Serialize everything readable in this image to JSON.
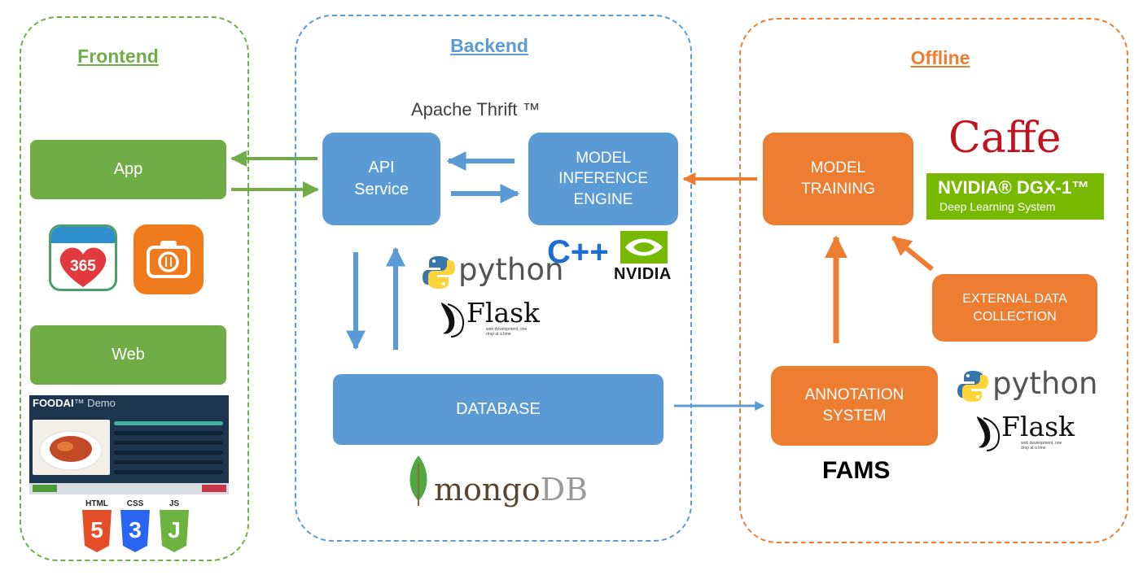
{
  "colors": {
    "frontend": "#70ad47",
    "backend": "#5b9bd5",
    "offline": "#ed7d31",
    "text_dark": "#404040"
  },
  "panels": {
    "frontend": {
      "title": "Frontend"
    },
    "backend": {
      "title": "Backend",
      "subtitle": "Apache Thrift ™"
    },
    "offline": {
      "title": "Offline"
    }
  },
  "boxes": {
    "app": "App",
    "web": "Web",
    "api_service": "API\nService",
    "model_inference": "MODEL\nINFERENCE\nENGINE",
    "database": "DATABASE",
    "model_training": "MODEL\nTRAINING",
    "external_data": "EXTERNAL DATA\nCOLLECTION",
    "annotation": "ANNOTATION\nSYSTEM"
  },
  "logos": {
    "python": "python",
    "flask": "Flask",
    "flask_tagline": "web development, one drop at a time",
    "cpp": "C++",
    "nvidia": "NVIDIA",
    "mongodb_a": "mongo",
    "mongodb_b": "DB",
    "caffe": "Caffe",
    "dgx_line1": "NVIDIA® DGX-1™",
    "dgx_line2": "Deep Learning System",
    "app_365": "365",
    "html5": "HTML",
    "css3": "CSS",
    "js": "JS",
    "html5_num": "5",
    "css3_num": "3",
    "js_letter": "J",
    "fams": "FAMS",
    "foodai_demo_a": "FOODAI",
    "foodai_demo_b": "™ Demo"
  },
  "icons": [
    "calendar-heart-icon",
    "camera-food-icon",
    "arrow-icon",
    "python-logo-icon",
    "flask-logo-icon",
    "nvidia-eye-icon",
    "mongodb-leaf-icon",
    "html5-shield-icon",
    "css3-shield-icon",
    "js-shield-icon"
  ]
}
